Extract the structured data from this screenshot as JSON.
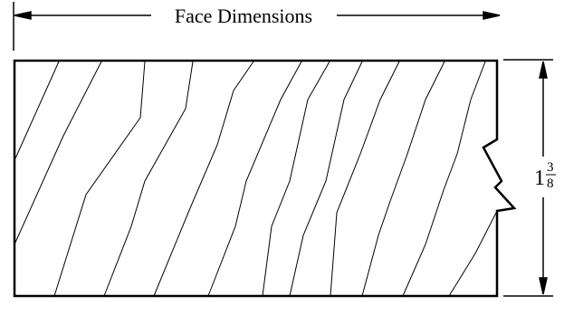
{
  "face_dimension": {
    "label": "Face Dimensions"
  },
  "thickness": {
    "whole": "1",
    "numerator": "3",
    "denominator": "8"
  },
  "board": {
    "grain_lines": 12,
    "end_detail": "break-line"
  }
}
